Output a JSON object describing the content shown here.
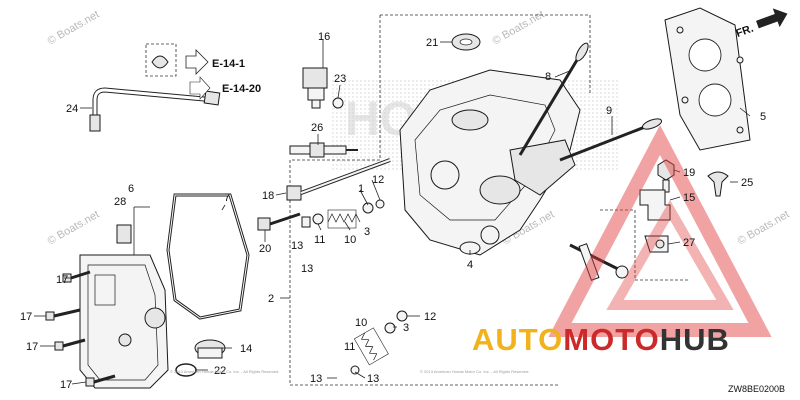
{
  "diagram": {
    "callouts": {
      "n1": "1",
      "n2": "2",
      "n3a": "3",
      "n3b": "3",
      "n4": "4",
      "n5": "5",
      "n6": "6",
      "n7": "7",
      "n8": "8",
      "n9": "9",
      "n10a": "10",
      "n10b": "10",
      "n11a": "11",
      "n11b": "11",
      "n12a": "12",
      "n12b": "12",
      "n13a": "13",
      "n13b": "13",
      "n13c": "13",
      "n13d": "13",
      "n14": "14",
      "n15": "15",
      "n16": "16",
      "n17a": "17",
      "n17b": "17",
      "n17c": "17",
      "n17d": "17",
      "n18": "18",
      "n19": "19",
      "n20": "20",
      "n21": "21",
      "n22": "22",
      "n23": "23",
      "n24": "24",
      "n25": "25",
      "n26": "26",
      "n27": "27",
      "n28": "28"
    },
    "refs": {
      "e1": "E-14-1",
      "e2": "E-14-20"
    },
    "front_marker": "FR.",
    "diagram_code": "ZW8BE0200B",
    "watermark": "© Boats.net",
    "fine_print": "© 2013 American Honda Motor Co. Inc. - All Rights Reserved.",
    "head_embossing": "HONDA"
  },
  "brand": {
    "part1": "AUTO",
    "part2": "MOTO",
    "part3": "HUB",
    "colors": {
      "auto": "#f2b21b",
      "moto": "#cc2a2a",
      "hub": "#333333",
      "triangle": "#e03a3a"
    }
  }
}
